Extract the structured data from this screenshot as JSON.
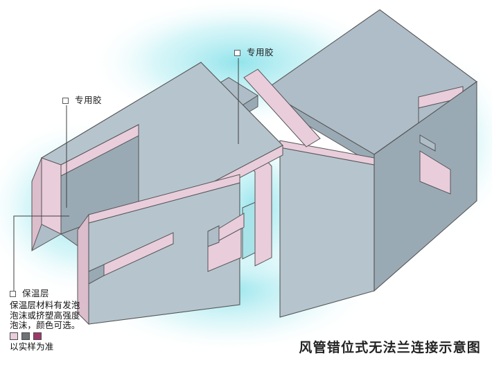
{
  "figure": {
    "title": "风管错位式无法兰连接示意图",
    "background_color": "#ffffff",
    "glow_color": "#9de6ec"
  },
  "materials": {
    "sheet_face_color": "#aebdc7",
    "sheet_face_light_color": "#b6c4cd",
    "sheet_face_dark_color": "#9aaab5",
    "insulation_color": "#e9cddb",
    "insulation_shade_color": "#dcbdcc",
    "cavity_color": "#a9e3ea",
    "outline_color": "#555555"
  },
  "annotations": [
    {
      "id": "glue-1",
      "bullet_icon": "square-outline-icon",
      "label": "专用胶"
    },
    {
      "id": "glue-2",
      "bullet_icon": "square-outline-icon",
      "label": "专用胶"
    },
    {
      "id": "insulation",
      "bullet_icon": "square-outline-icon",
      "label": "保温层"
    }
  ],
  "legend": {
    "note_lines": [
      "保温层材料有发泡",
      "泡沫或挤塑高强度",
      "泡沫，颜色可选。"
    ],
    "swatches": [
      {
        "name": "pink-foam-swatch",
        "color": "#e9cddb"
      },
      {
        "name": "gray-foam-swatch",
        "color": "#6f7276"
      },
      {
        "name": "magenta-foam-swatch",
        "color": "#9e3a6b"
      }
    ],
    "footer": "以实样为准"
  }
}
